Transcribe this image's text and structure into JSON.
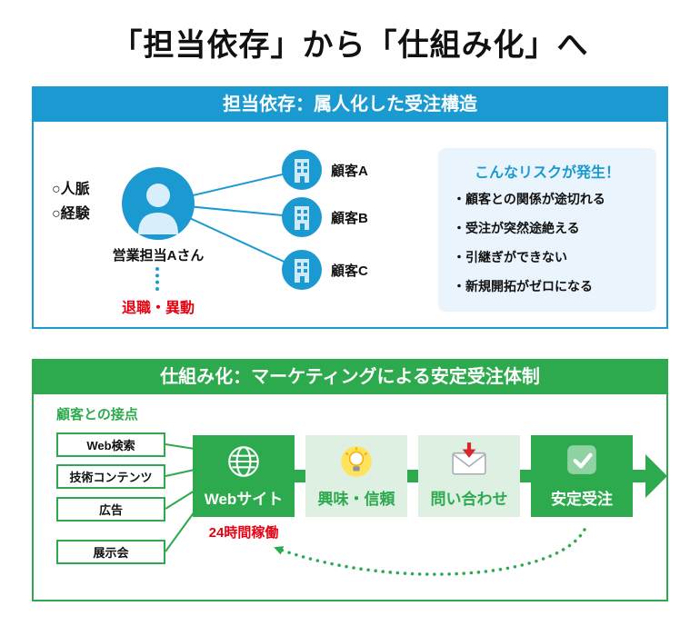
{
  "title": "「担当依存」から「仕組み化」へ",
  "before": {
    "header": "担当依存：属人化した受注構造",
    "traits": [
      "○人脈",
      "○経験"
    ],
    "person_label": "営業担当Aさん",
    "person_event": "退職・異動",
    "customers": [
      "顧客A",
      "顧客B",
      "顧客C"
    ],
    "risk_box": {
      "title": "こんなリスクが発生！",
      "items": [
        "・顧客との関係が途切れる",
        "・受注が突然途絶える",
        "・引継ぎができない",
        "・新規開拓がゼロになる"
      ]
    }
  },
  "after": {
    "header": "仕組み化：マーケティングによる安定受注体制",
    "touchpoints_label": "顧客との接点",
    "channels": [
      "Web検索",
      "技術コンテンツ",
      "広告",
      "展示会"
    ],
    "flow": [
      {
        "label": "Webサイト",
        "icon": "globe-icon",
        "note": "24時間稼働"
      },
      {
        "label": "興味・信頼",
        "icon": "bulb-icon"
      },
      {
        "label": "問い合わせ",
        "icon": "mail-icon"
      },
      {
        "label": "安定受注",
        "icon": "check-icon"
      }
    ]
  },
  "colors": {
    "blue": "#1b9ad2",
    "blue_light": "#e9f4fc",
    "green": "#2daa4e",
    "green_light": "#ddf0e2",
    "red": "#e60012"
  }
}
